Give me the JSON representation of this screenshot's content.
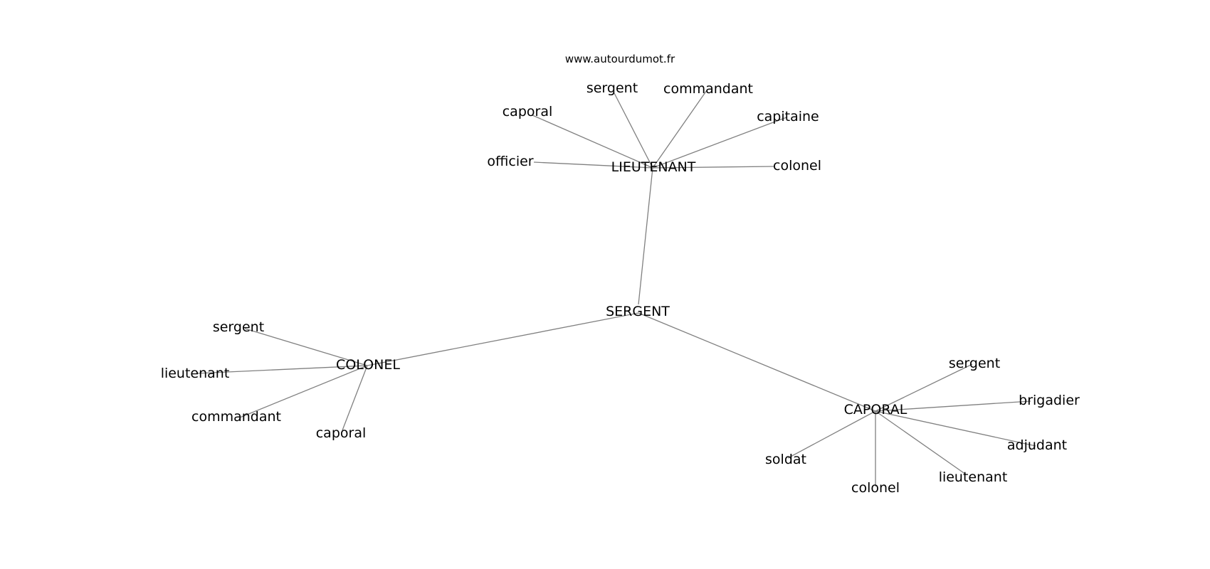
{
  "watermark": "www.autourdumot.fr",
  "colors": {
    "background": "#ffffff",
    "edge": "#808080",
    "text": "#000000"
  },
  "graph": {
    "center": "SERGENT",
    "hubs": [
      {
        "label": "LIEUTENANT",
        "neighbors": [
          "caporal",
          "sergent",
          "commandant",
          "capitaine",
          "officier",
          "colonel"
        ]
      },
      {
        "label": "COLONEL",
        "neighbors": [
          "sergent",
          "lieutenant",
          "commandant",
          "caporal"
        ]
      },
      {
        "label": "CAPORAL",
        "neighbors": [
          "sergent",
          "brigadier",
          "adjudant",
          "lieutenant",
          "colonel",
          "soldat"
        ]
      }
    ]
  }
}
